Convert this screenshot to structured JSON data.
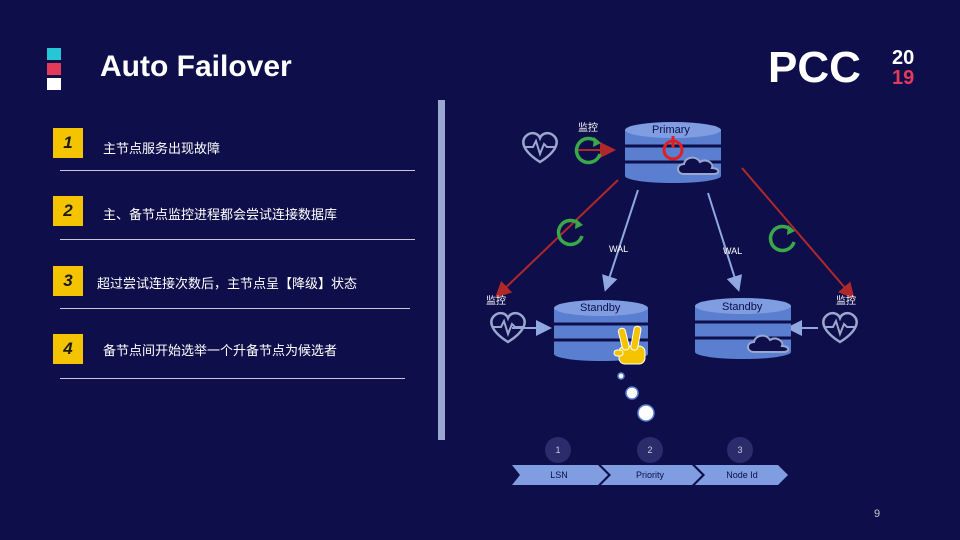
{
  "slide": {
    "title": "Auto Failover",
    "page_number": "9",
    "logo": {
      "text": "PCC",
      "year_top": "20",
      "year_bottom": "19"
    }
  },
  "steps": [
    {
      "number": "1",
      "text": "主节点服务出现故障"
    },
    {
      "number": "2",
      "text": "主、备节点监控进程都会尝试连接数据库"
    },
    {
      "number": "3",
      "text": "超过尝试连接次数后，主节点呈【降级】状态"
    },
    {
      "number": "4",
      "text": "备节点间开始选举一个升备节点为候选者"
    }
  ],
  "diagram": {
    "monitor_label": "监控",
    "primary_label": "Primary",
    "standby_label": "Standby",
    "wal_label": "WAL",
    "criteria": [
      {
        "number": "1",
        "label": "LSN"
      },
      {
        "number": "2",
        "label": "Priority"
      },
      {
        "number": "3",
        "label": "Node Id"
      }
    ]
  },
  "colors": {
    "background": "#0e0f4a",
    "step_badge": "#f5c400",
    "database": "#5b7fd0",
    "monitor_green": "#3aa84a",
    "failure_red": "#e02020",
    "connector_red": "#b0282a",
    "connector_blue": "#8fa8e0"
  },
  "icons": [
    "heart-monitor-icon",
    "refresh-icon",
    "database-icon",
    "cloud-icon",
    "power-icon",
    "victory-hand-icon"
  ]
}
